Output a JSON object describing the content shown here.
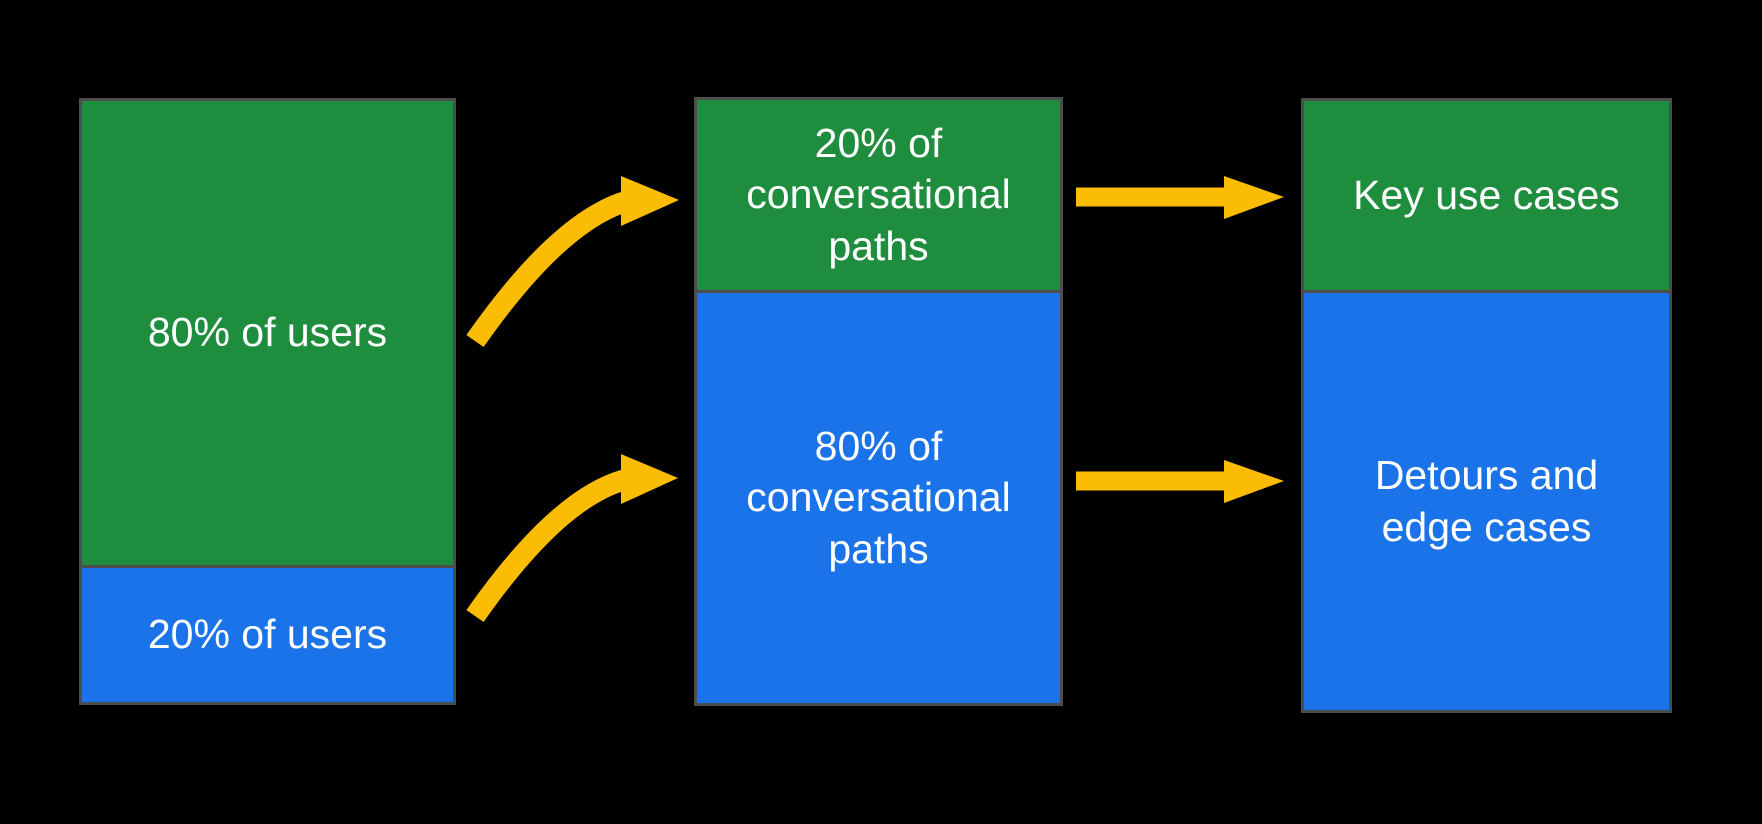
{
  "diagram": {
    "background": "#000000",
    "colors": {
      "green": "#1E8E3E",
      "blue": "#1A73E8",
      "arrow": "#FBBC04",
      "border": "#4D4D4D",
      "text": "#FFFFFF"
    },
    "columns": [
      {
        "name": "users",
        "segments": [
          {
            "id": "users-majority",
            "label": "80% of users",
            "color_key": "green"
          },
          {
            "id": "users-minority",
            "label": "20% of users",
            "color_key": "blue"
          }
        ]
      },
      {
        "name": "conversational-paths",
        "segments": [
          {
            "id": "paths-minority",
            "label": "20% of\nconversational\npaths",
            "color_key": "green"
          },
          {
            "id": "paths-majority",
            "label": "80% of\nconversational\npaths",
            "color_key": "blue"
          }
        ]
      },
      {
        "name": "use-cases",
        "segments": [
          {
            "id": "key-use-cases",
            "label": "Key use cases",
            "color_key": "green"
          },
          {
            "id": "detours-edge-cases",
            "label": "Detours and\nedge cases",
            "color_key": "blue"
          }
        ]
      }
    ],
    "arrows": [
      {
        "from": "80% of users",
        "to": "20% of conversational paths",
        "style": "curved"
      },
      {
        "from": "20% of users",
        "to": "80% of conversational paths",
        "style": "curved"
      },
      {
        "from": "20% of conversational paths",
        "to": "Key use cases",
        "style": "straight"
      },
      {
        "from": "80% of conversational paths",
        "to": "Detours and edge cases",
        "style": "straight"
      }
    ]
  }
}
